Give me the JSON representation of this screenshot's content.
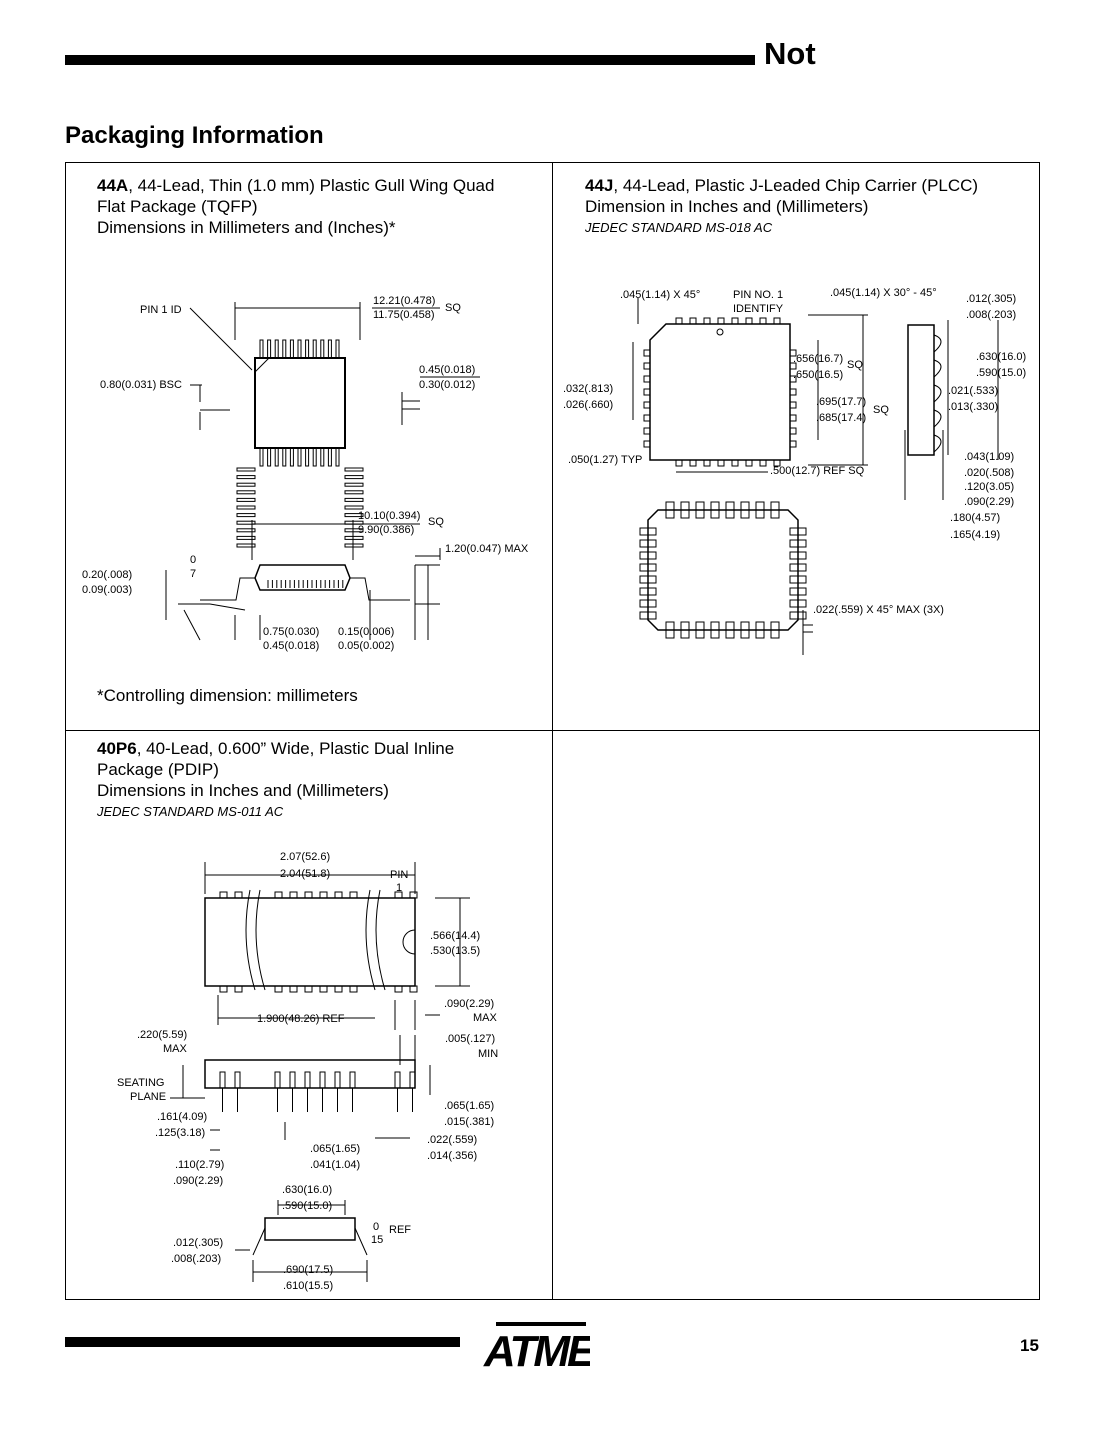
{
  "header": {
    "title": "Not"
  },
  "section_title": "Packaging Information",
  "tqfp": {
    "name": "44A",
    "desc1": ", 44-Lead, Thin (1.0 mm) Plastic Gull Wing Quad",
    "desc2": "Flat Package (TQFP)",
    "desc3": "Dimensions in Millimeters and (Inches)*",
    "note": "*Controlling dimension: millimeters",
    "labels": {
      "pin1": "PIN 1 ID",
      "pitch": "0.80(0.031) BSC",
      "body_max": "12.21(0.478)",
      "body_min": "11.75(0.458)",
      "sq": "SQ",
      "lead_max": "0.45(0.018)",
      "lead_min": "0.30(0.012)",
      "inner_max": "10.10(0.394)",
      "inner_min": "9.90(0.386)",
      "sq2": "SQ",
      "height": "1.20(0.047) MAX",
      "angle_top": "0",
      "angle_bot": "7",
      "thk_max": "0.20(.008)",
      "thk_min": "0.09(.003)",
      "foot_max": "0.75(0.030)",
      "foot_min": "0.45(0.018)",
      "stand_max": "0.15(0.006)",
      "stand_min": "0.05(0.002)"
    }
  },
  "plcc": {
    "name": "44J",
    "desc1": ", 44-Lead, Plastic J-Leaded Chip Carrier (PLCC)",
    "desc2": "Dimension in Inches and (Millimeters)",
    "std": "JEDEC STANDARD MS-018 AC",
    "labels": {
      "chamfer": ".045(1.14) X 45°",
      "pin1a": "PIN NO. 1",
      "pin1b": "IDENTIFY",
      "chamfer2": ".045(1.14) X 30° - 45°",
      "t_max": ".012(.305)",
      "t_min": ".008(.203)",
      "w_max": ".032(.813)",
      "w_min": ".026(.660)",
      "in_max": ".656(16.7)",
      "in_min": ".650(16.5)",
      "sq": "SQ",
      "out_max": ".695(17.7)",
      "out_min": ".685(17.4)",
      "sq2": "SQ",
      "pitch": ".050(1.27) TYP",
      "ref": ".500(12.7) REF SQ",
      "lead_max": ".630(16.0)",
      "lead_min": ".590(15.0)",
      "lw_max": ".021(.533)",
      "lw_min": ".013(.330)",
      "sh_max": ".043(1.09)",
      "sh_min": ".020(.508)",
      "st_max": ".120(3.05)",
      "st_min": ".090(2.29)",
      "h_max": ".180(4.57)",
      "h_min": ".165(4.19)",
      "corner": ".022(.559) X 45° MAX (3X)"
    }
  },
  "pdip": {
    "name": "40P6",
    "desc1": ", 40-Lead, 0.600” Wide, Plastic Dual Inline",
    "desc2": "Package (PDIP)",
    "desc3": "Dimensions in Inches and (Millimeters)",
    "std": "JEDEC STANDARD MS-011 AC",
    "labels": {
      "len_max": "2.07(52.6)",
      "len_min": "2.04(51.8)",
      "pin": "PIN",
      "pin1": "1",
      "w_max": ".566(14.4)",
      "w_min": ".530(13.5)",
      "ref": "1.900(48.26) REF",
      "end_max": ".090(2.29)",
      "end_max2": "MAX",
      "h_max": ".220(5.59)",
      "h_max2": "MAX",
      "sp_max": ".005(.127)",
      "sp_min": "MIN",
      "seat1": "SEATING",
      "seat2": "PLANE",
      "l_max": ".161(4.09)",
      "l_min": ".125(3.18)",
      "s_max": ".065(1.65)",
      "s_min": ".015(.381)",
      "pw_max": ".022(.559)",
      "pw_min": ".014(.356)",
      "pp_max": ".065(1.65)",
      "pp_min": ".041(1.04)",
      "b_max": ".110(2.79)",
      "b_min": ".090(2.29)",
      "rw_max": ".630(16.0)",
      "rw_min": ".590(15.0)",
      "ang_top": "0",
      "ang_bot": "15",
      "ang_ref": "REF",
      "th_max": ".012(.305)",
      "th_min": ".008(.203)",
      "sw_max": ".690(17.5)",
      "sw_min": ".610(15.5)"
    }
  },
  "footer": {
    "logo": "ATMEL",
    "page": "15"
  }
}
